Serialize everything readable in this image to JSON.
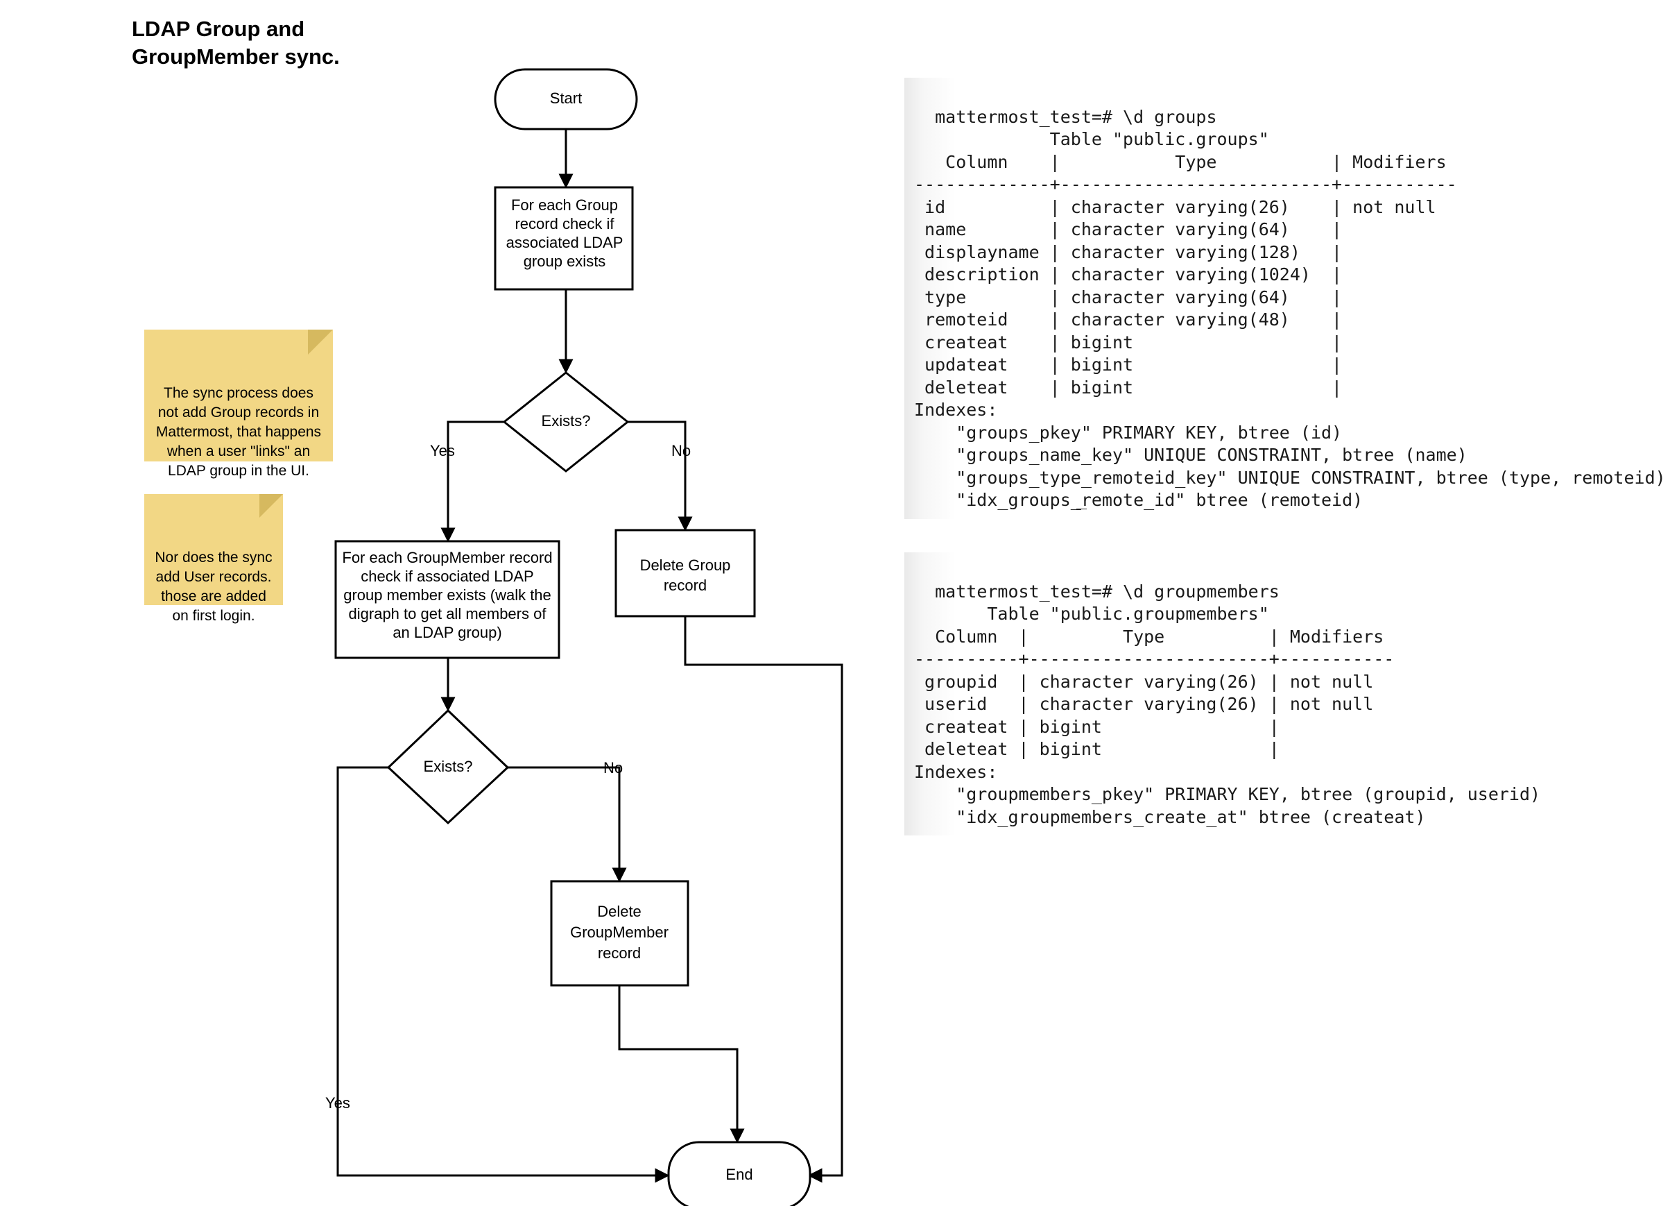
{
  "title": "LDAP Group and\nGroupMember sync.",
  "colors": {
    "sticky_fill": "#f2d785",
    "sticky_fold": "#d6b95f",
    "stroke": "#000000",
    "shape_fill": "#ffffff",
    "terminal_text": "#1a1a1a"
  },
  "flowchart": {
    "nodes": [
      {
        "id": "start",
        "shape": "terminator",
        "label": "Start"
      },
      {
        "id": "for-each-group",
        "shape": "process",
        "label": "For each Group\nrecord check if\nassociated LDAP\ngroup exists"
      },
      {
        "id": "exists-1",
        "shape": "decision",
        "label": "Exists?"
      },
      {
        "id": "for-each-member",
        "shape": "process",
        "label": "For each GroupMember record\ncheck if associated LDAP\ngroup member exists (walk the\ndigraph to get all members of\nan LDAP group)"
      },
      {
        "id": "delete-group",
        "shape": "process",
        "label": "Delete Group\nrecord"
      },
      {
        "id": "exists-2",
        "shape": "decision",
        "label": "Exists?"
      },
      {
        "id": "delete-member",
        "shape": "process",
        "label": "Delete\nGroupMember\nrecord"
      },
      {
        "id": "end",
        "shape": "terminator",
        "label": "End"
      }
    ],
    "edge_labels": {
      "exists1_yes": "Yes",
      "exists1_no": "No",
      "exists2_yes": "Yes",
      "exists2_no": "No"
    }
  },
  "notes": [
    {
      "id": "note-group-records",
      "text": "The sync process does\nnot add Group records in\nMattermost, that happens\nwhen a user \"links\" an\nLDAP group in the UI."
    },
    {
      "id": "note-user-records",
      "text": "Nor does the sync\nadd User records.\nthose are added\non first login."
    }
  ],
  "terminals": [
    {
      "id": "psql-groups",
      "cursor": "_",
      "text": "mattermost_test=# \\d groups\n             Table \"public.groups\"\n   Column    |           Type           | Modifiers\n-------------+--------------------------+-----------\n id          | character varying(26)    | not null\n name        | character varying(64)    |\n displayname | character varying(128)   |\n description | character varying(1024)  |\n type        | character varying(64)    |\n remoteid    | character varying(48)    |\n createat    | bigint                   |\n updateat    | bigint                   |\n deleteat    | bigint                   |\nIndexes:\n    \"groups_pkey\" PRIMARY KEY, btree (id)\n    \"groups_name_key\" UNIQUE CONSTRAINT, btree (name)\n    \"groups_type_remoteid_key\" UNIQUE CONSTRAINT, btree (type, remoteid)\n    \"idx_groups_remote_id\" btree (remoteid)"
    },
    {
      "id": "psql-groupmembers",
      "cursor": "",
      "text": "mattermost_test=# \\d groupmembers\n       Table \"public.groupmembers\"\n  Column  |         Type          | Modifiers\n----------+-----------------------+-----------\n groupid  | character varying(26) | not null\n userid   | character varying(26) | not null\n createat | bigint                |\n deleteat | bigint                |\nIndexes:\n    \"groupmembers_pkey\" PRIMARY KEY, btree (groupid, userid)\n    \"idx_groupmembers_create_at\" btree (createat)"
    }
  ]
}
